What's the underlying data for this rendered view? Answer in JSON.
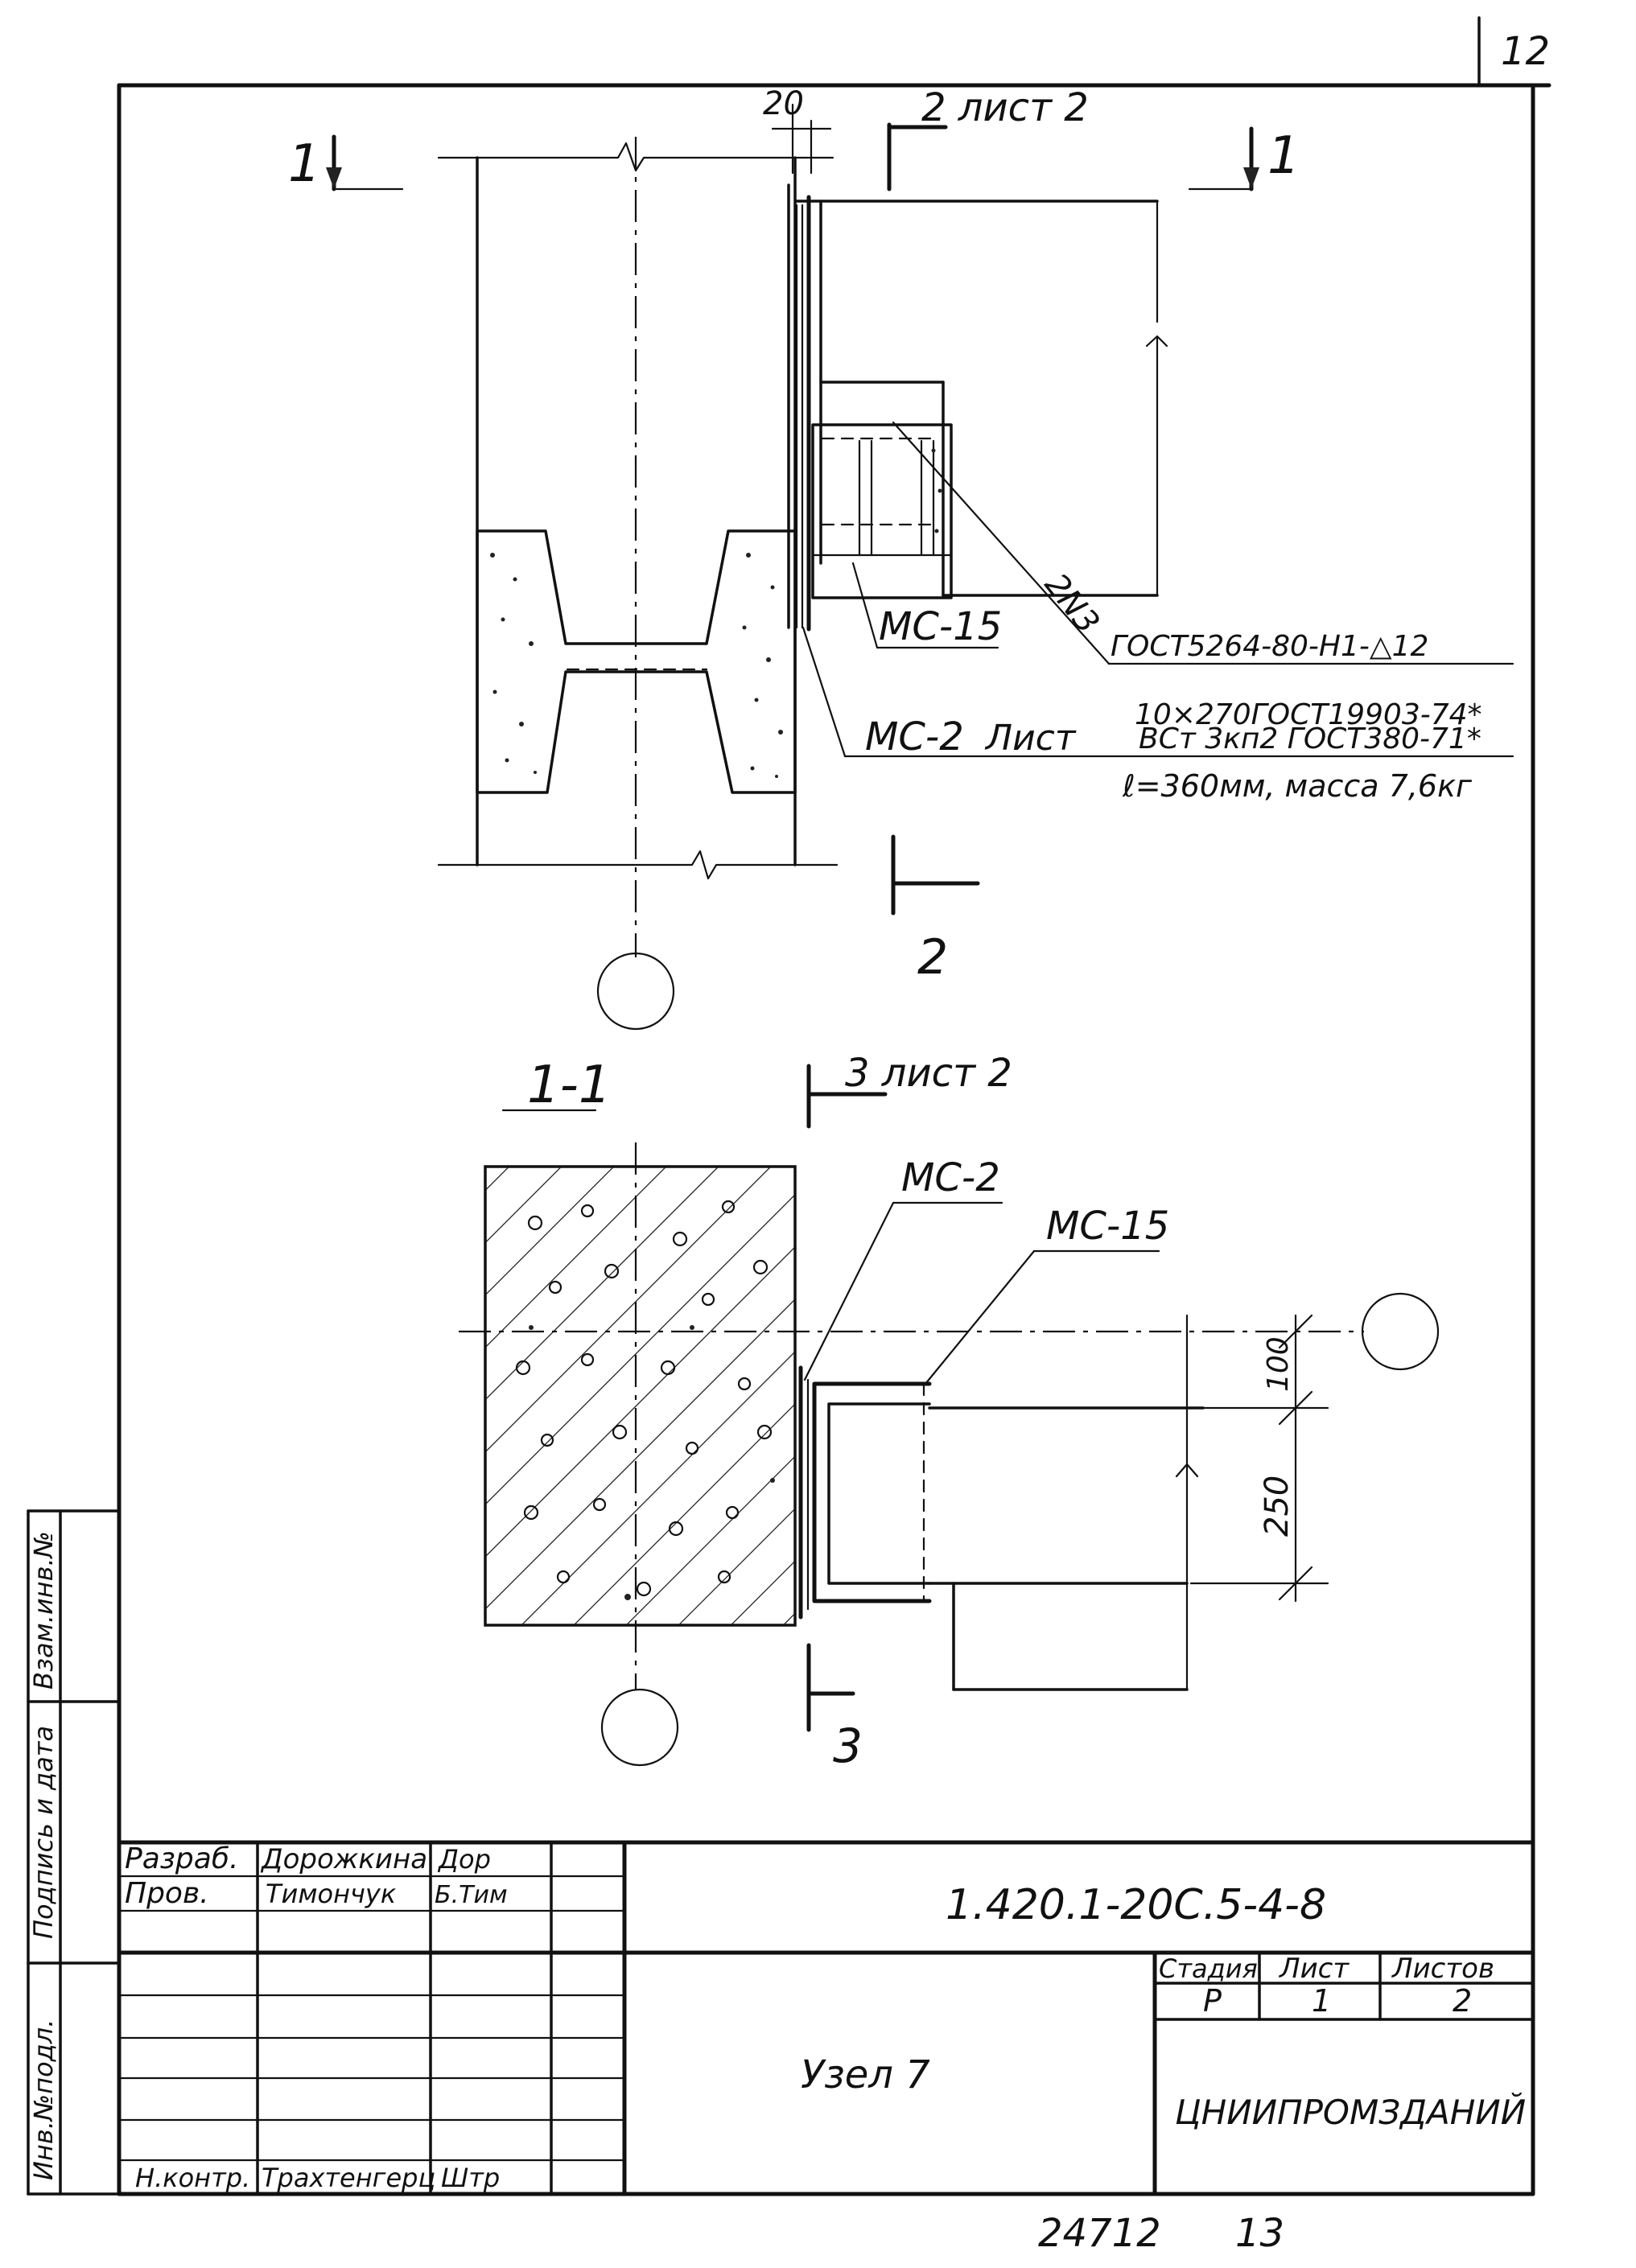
{
  "sheet": {
    "corner_number": "12",
    "bottom_numbers": [
      "24712",
      "13"
    ]
  },
  "plan_view": {
    "section_mark_left": "1",
    "section_mark_right": "1",
    "dimension_top": "20",
    "section_ref_top": "2 лист 2",
    "section_ref_bottom": "2",
    "weld_mark": "2N3",
    "label_mc15": "МС-15",
    "label_mc2": "МС-2",
    "label_list": "Лист",
    "channel_spec": "ГОСТ5264-80-Н1-△12",
    "sheet_spec_numerator": "10×270ГОСТ19903-74*",
    "sheet_spec_denominator": "ВСт 3кп2 ГОСТ380-71*",
    "sheet_spec_length": "ℓ=360мм, масса 7,6кг"
  },
  "section_view": {
    "title": "1-1",
    "section_ref_top": "3 лист 2",
    "section_ref_bottom": "3",
    "label_mc2": "МС-2",
    "label_mc15": "МС-15",
    "dim_100": "100",
    "dim_250": "250"
  },
  "side_stamp": {
    "cells": [
      "Инв.№подл.",
      "Подпись и дата",
      "Взам.инв.№"
    ]
  },
  "title_block": {
    "roles": [
      "Разраб.",
      "Пров.",
      "",
      "",
      "",
      "",
      "Н.контр."
    ],
    "names": [
      "Дорожкина",
      "Тимончук",
      "",
      "",
      "",
      "",
      "Трахтенгерц"
    ],
    "signatures": [
      "Дор",
      "Б.Тим",
      "",
      "",
      "",
      "",
      "Штр"
    ],
    "document_code": "1.420.1-20С.5-4-8",
    "drawing_title": "Узел 7",
    "stage_header": "Стадия",
    "sheet_header": "Лист",
    "sheets_header": "Листов",
    "stage_value": "Р",
    "sheet_value": "1",
    "sheets_value": "2",
    "organization": "ЦНИИПРОМЗДАНИЙ"
  }
}
